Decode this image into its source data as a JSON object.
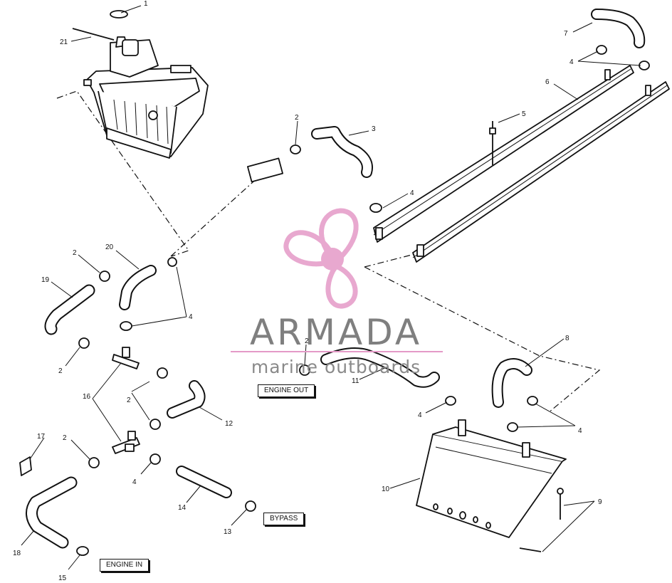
{
  "watermark": {
    "title": "ARMADA",
    "subtitle": "marine outboards",
    "brand_color": "#e49ac7",
    "text_color": "#7f7f7f",
    "logo": "propeller-icon"
  },
  "callouts": {
    "engine_out": "ENGINE OUT",
    "bypass": "BYPASS",
    "engine_in": "ENGINE IN"
  },
  "part_numbers": {
    "n1": "1",
    "n21": "21",
    "n2a": "2",
    "n3": "3",
    "n4a": "4",
    "n5": "5",
    "n6": "6",
    "n7": "7",
    "n4b": "4",
    "n20": "20",
    "n2b": "2",
    "n19": "19",
    "n4c": "4",
    "n2c": "2",
    "n16": "16",
    "n2d": "2",
    "n12": "12",
    "n2e": "2",
    "n17": "17",
    "n4d": "4",
    "n14": "14",
    "n13": "13",
    "n18": "18",
    "n15": "15",
    "n2f": "2",
    "n11": "11",
    "n8": "8",
    "n4e": "4",
    "n4f": "4",
    "n10": "10",
    "n9": "9"
  }
}
